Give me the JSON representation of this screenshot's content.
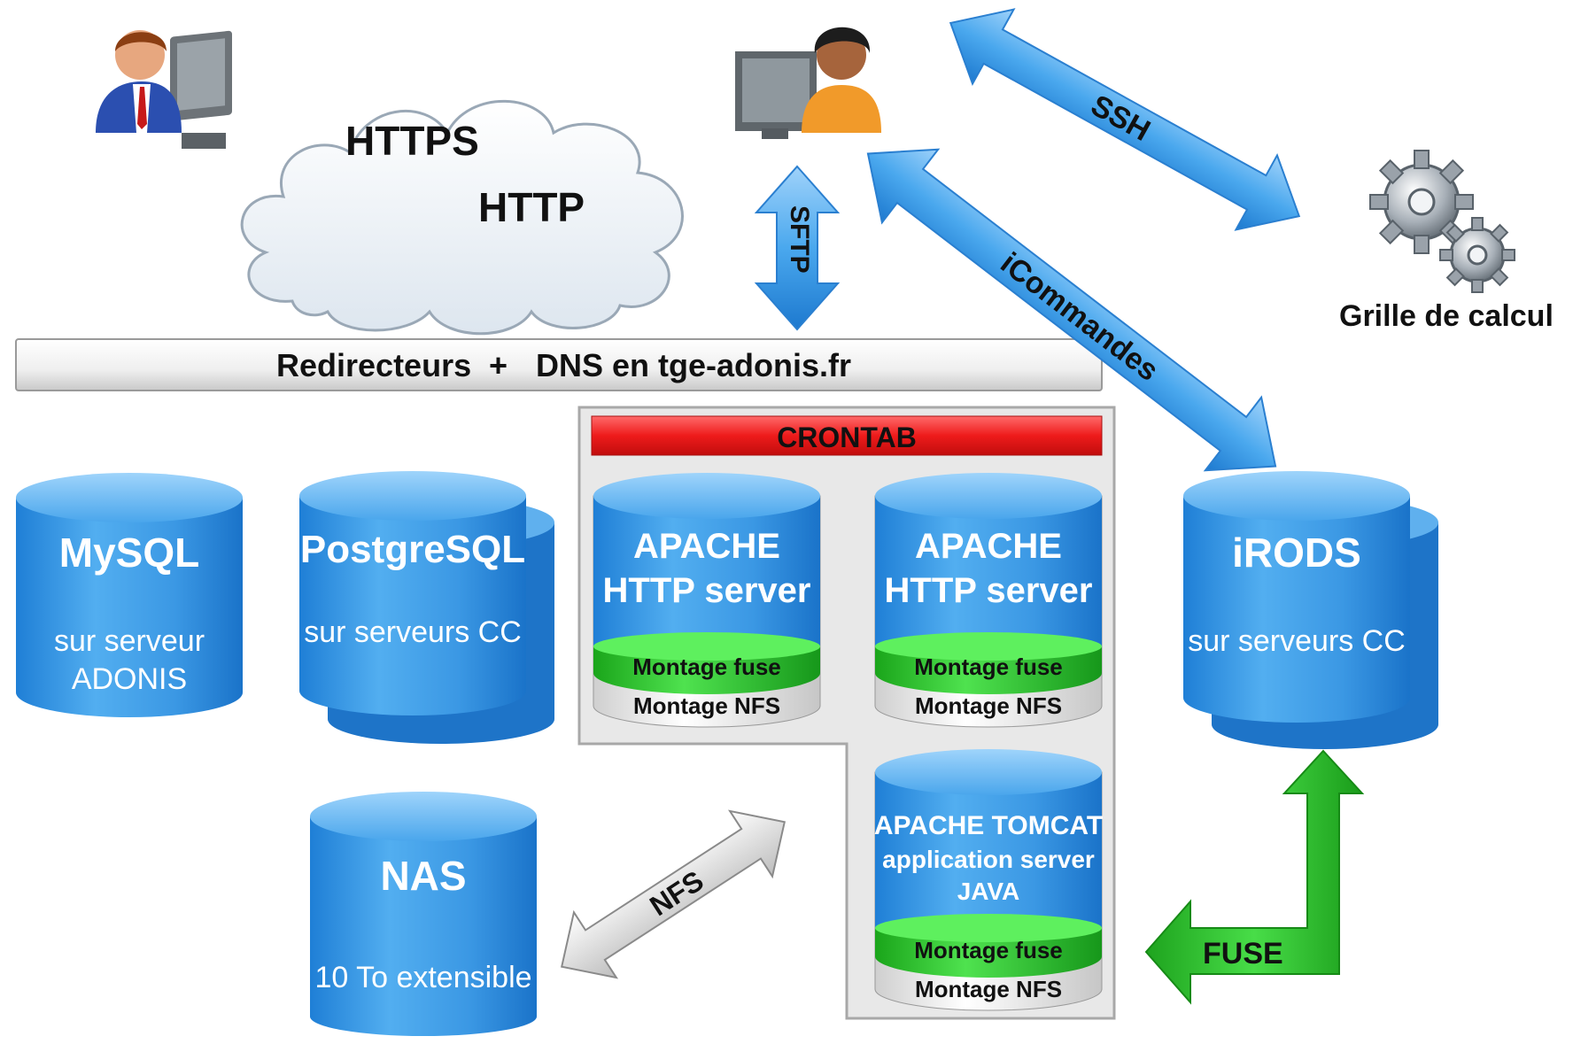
{
  "cloud": {
    "line1": "HTTPS",
    "line2": "HTTP"
  },
  "banner": {
    "redirecteurs": "Redirecteurs",
    "plus": "+",
    "dns": "DNS  en tge-adonis.fr"
  },
  "crontab": "CRONTAB",
  "grille": "Grille de calcul",
  "arrows": {
    "sftp": "SFTP",
    "ssh": "SSH",
    "icommandes": "iCommandes",
    "nfs": "NFS",
    "fuse": "FUSE"
  },
  "databases": {
    "mysql": {
      "title": "MySQL",
      "sub1": "sur serveur",
      "sub2": "ADONIS"
    },
    "postgres": {
      "title": "PostgreSQL",
      "sub1": "sur serveurs CC"
    },
    "irods": {
      "title": "iRODS",
      "sub1": "sur serveurs CC"
    },
    "nas": {
      "title": "NAS",
      "sub1": "10 To extensible"
    },
    "apache1": {
      "title1": "APACHE",
      "title2": "HTTP server",
      "fuse": "Montage fuse",
      "nfs": "Montage NFS"
    },
    "apache2": {
      "title1": "APACHE",
      "title2": "HTTP server",
      "fuse": "Montage fuse",
      "nfs": "Montage NFS"
    },
    "tomcat": {
      "title1": "APACHE TOMCAT",
      "title2": "application server",
      "title3": "JAVA",
      "fuse": "Montage fuse",
      "nfs": "Montage NFS"
    }
  },
  "colors": {
    "db_blue": "#3a9ae6",
    "fuse_green": "#33cc33",
    "crontab_red": "#e81c1c",
    "arrow_blue": "#4aa8ee",
    "arrow_green": "#22bb22"
  }
}
